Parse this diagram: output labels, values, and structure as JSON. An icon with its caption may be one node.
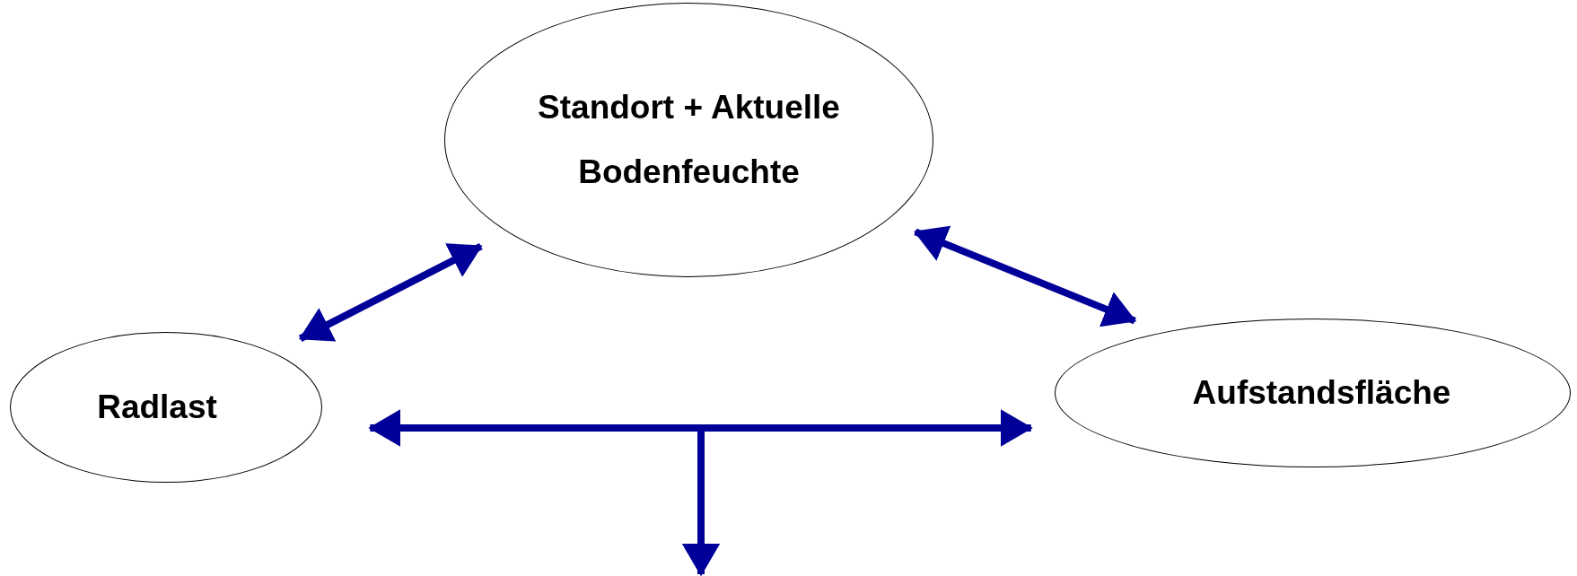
{
  "diagram": {
    "nodes": [
      {
        "text": [
          "Standort + Aktuelle Bodenfeuchte"
        ]
      },
      {
        "text": [
          "Radlast"
        ]
      },
      {
        "text": [
          "Aufstandsfläche"
        ]
      }
    ],
    "edges": [
      {
        "from": 1,
        "to": 0,
        "arrow": "both"
      },
      {
        "from": 0,
        "to": 2,
        "arrow": "both"
      },
      {
        "from": 1,
        "to": null,
        "arrow": "both"
      },
      {
        "from": 2,
        "to": null,
        "arrow": "both"
      }
    ]
  }
}
